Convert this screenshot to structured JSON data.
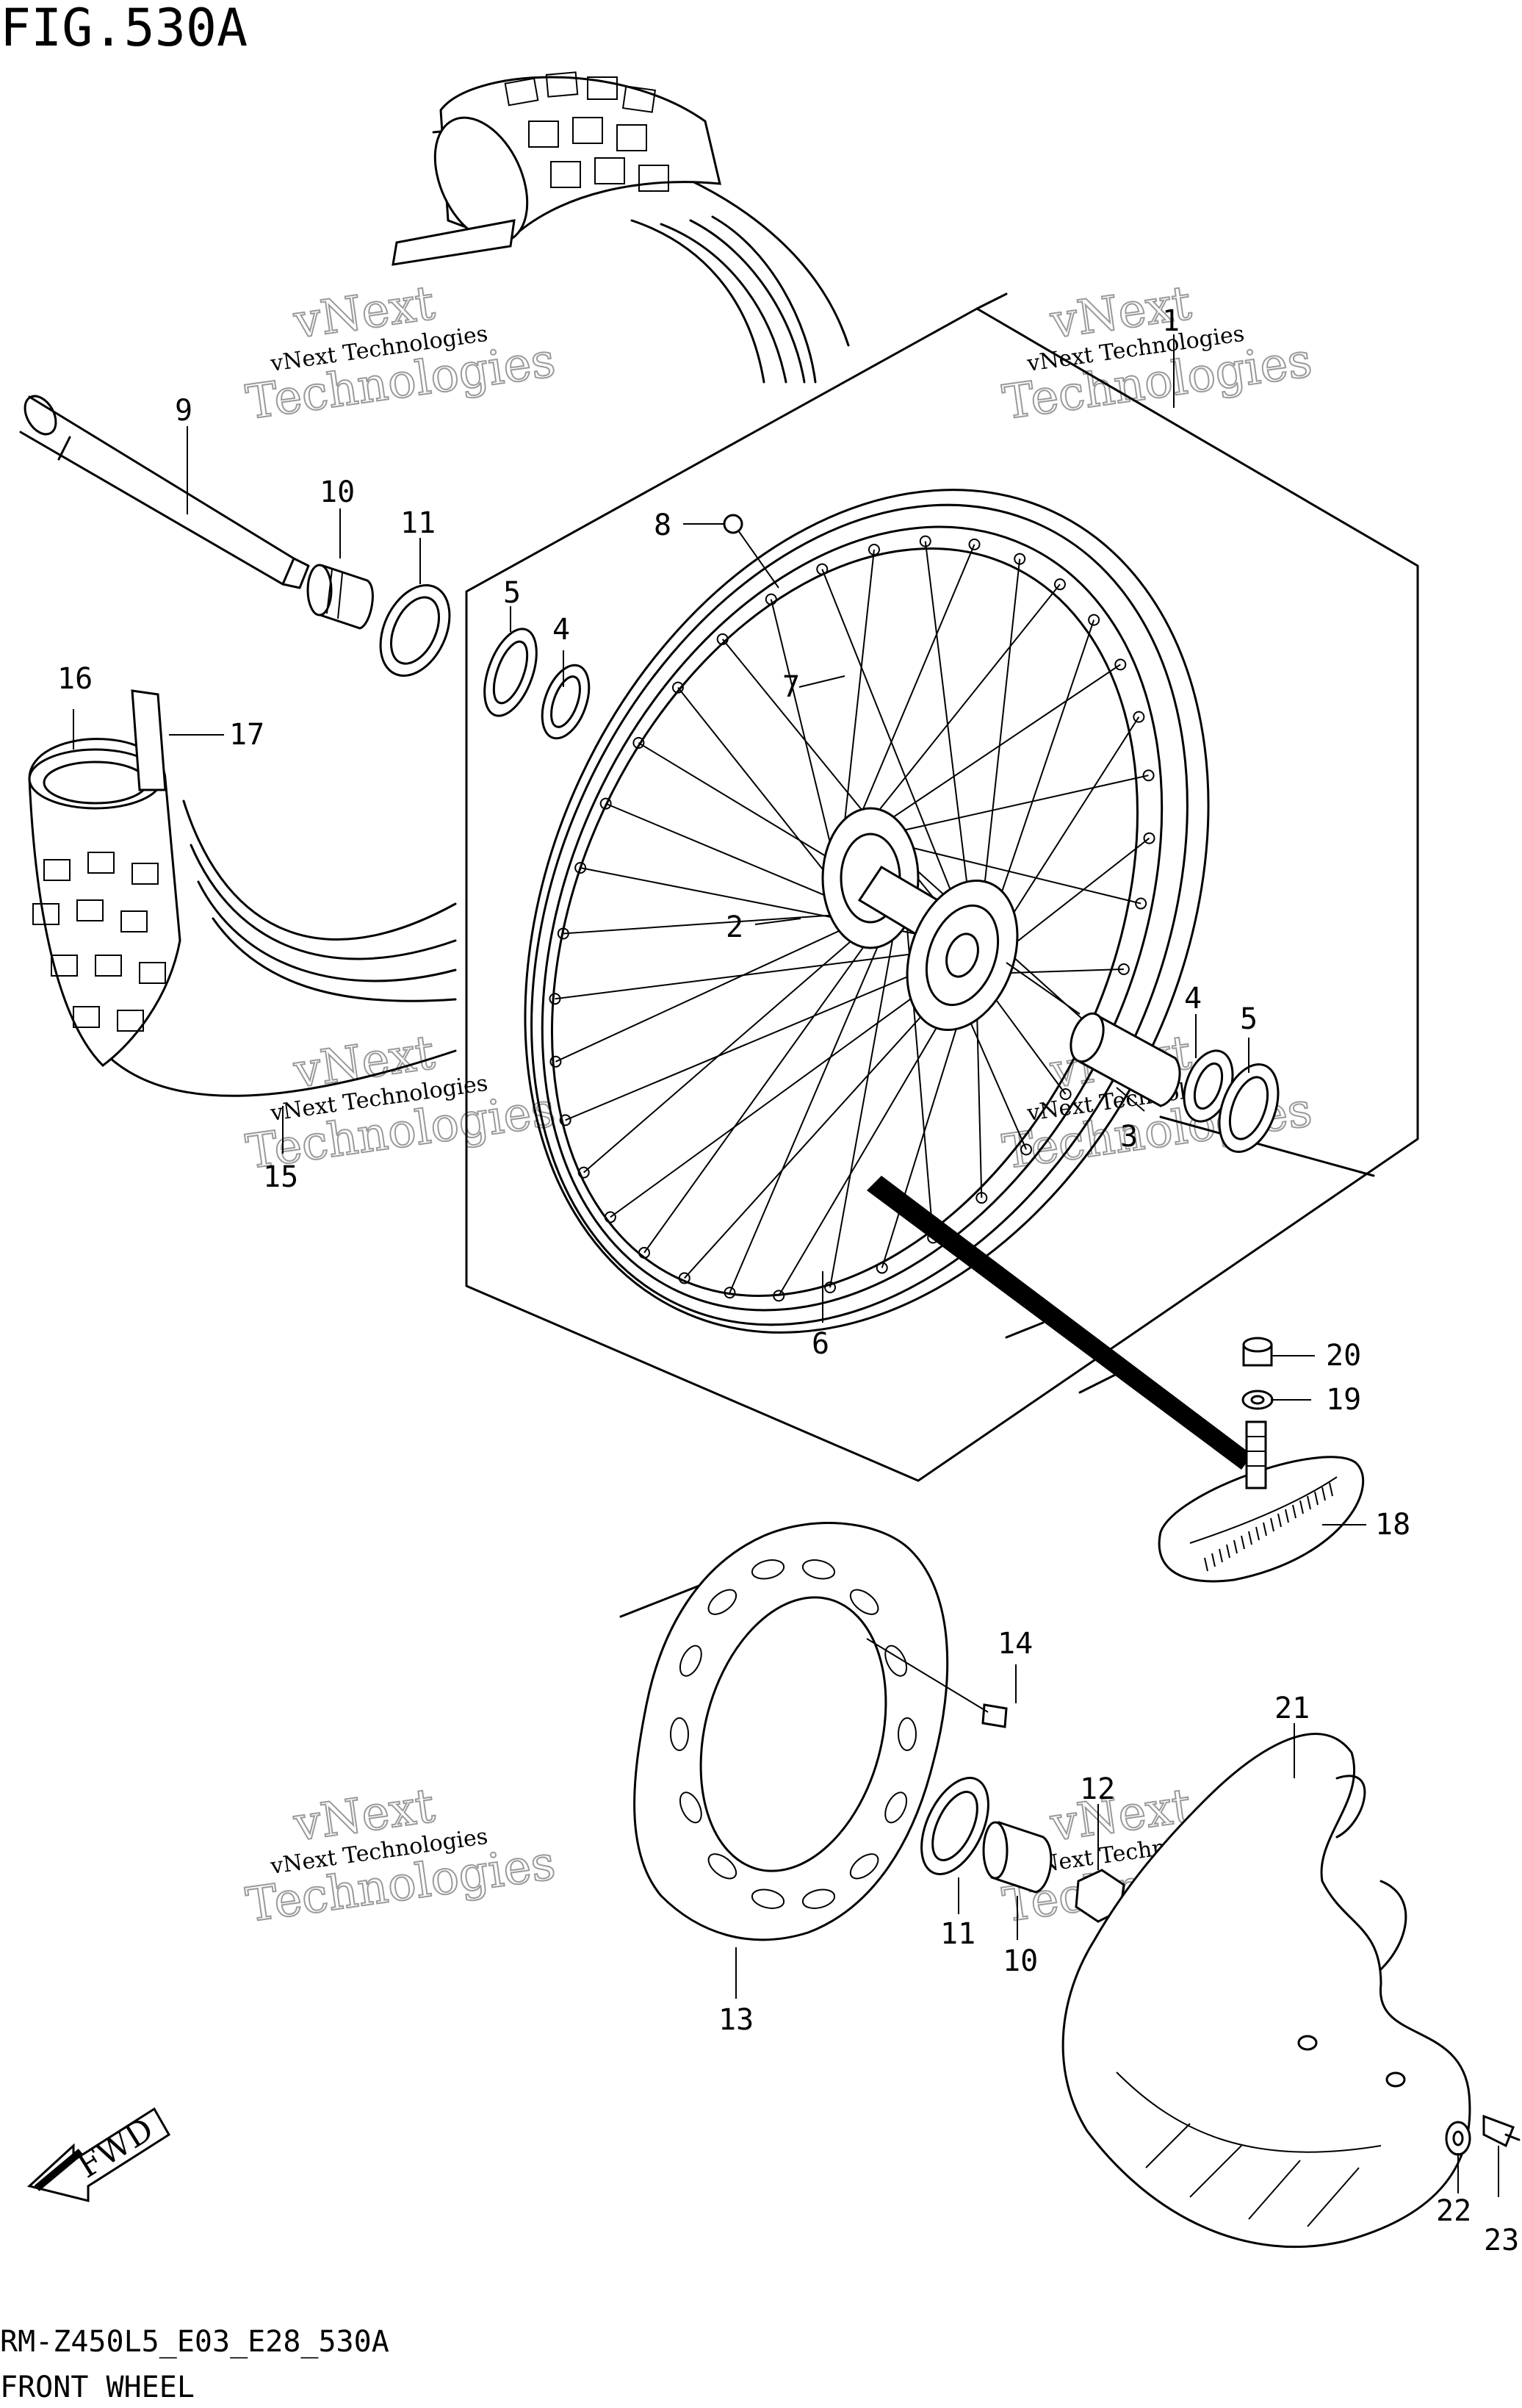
{
  "figure_title": "FIG.530A",
  "footer": {
    "code": "RM-Z450L5_E03_E28_530A",
    "caption": "FRONT WHEEL"
  },
  "watermark": {
    "line1": "vNext Technologies",
    "big1": "vNext",
    "big2": "Technologies"
  },
  "fwd_label": "FWD",
  "callouts": {
    "c1": "1",
    "c2": "2",
    "c3": "3",
    "c4a": "4",
    "c4b": "4",
    "c5a": "5",
    "c5b": "5",
    "c6": "6",
    "c7": "7",
    "c8": "8",
    "c9": "9",
    "c10a": "10",
    "c10b": "10",
    "c11a": "11",
    "c11b": "11",
    "c12": "12",
    "c13": "13",
    "c14": "14",
    "c15": "15",
    "c16": "16",
    "c17": "17",
    "c18": "18",
    "c19": "19",
    "c20": "20",
    "c21": "21",
    "c22": "22",
    "c23": "23"
  }
}
